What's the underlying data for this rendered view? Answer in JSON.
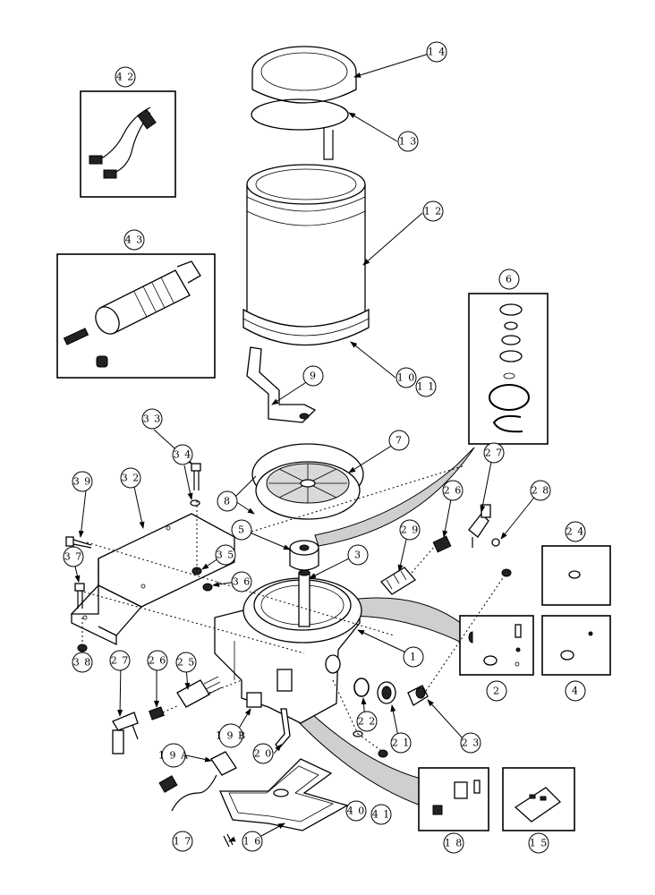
{
  "callouts": [
    {
      "label": "1 4"
    },
    {
      "label": "1 3"
    },
    {
      "label": "4 2"
    },
    {
      "label": "1 2"
    },
    {
      "label": "4 3"
    },
    {
      "label": "6"
    },
    {
      "label": "1 0"
    },
    {
      "label": "1 1"
    },
    {
      "label": "9"
    },
    {
      "label": "3 3"
    },
    {
      "label": "3 4"
    },
    {
      "label": "7"
    },
    {
      "label": "8"
    },
    {
      "label": "2 7"
    },
    {
      "label": "3 9"
    },
    {
      "label": "3 2"
    },
    {
      "label": "2 6"
    },
    {
      "label": "2 8"
    },
    {
      "label": "5"
    },
    {
      "label": "3 5"
    },
    {
      "label": "2 9"
    },
    {
      "label": "2 4"
    },
    {
      "label": "3 7"
    },
    {
      "label": "3"
    },
    {
      "label": "3 6"
    },
    {
      "label": "1"
    },
    {
      "label": "3 8"
    },
    {
      "label": "2 7"
    },
    {
      "label": "2 6"
    },
    {
      "label": "2 5"
    },
    {
      "label": "2"
    },
    {
      "label": "4"
    },
    {
      "label": "2 2"
    },
    {
      "label": "2 1"
    },
    {
      "label": "2 3"
    },
    {
      "label": "1 9 A"
    },
    {
      "label": "1 9 B"
    },
    {
      "label": "2 0"
    },
    {
      "label": "4 0"
    },
    {
      "label": "4 1"
    },
    {
      "label": "1 7"
    },
    {
      "label": "1 6"
    },
    {
      "label": "1 8"
    },
    {
      "label": "1 5"
    }
  ]
}
